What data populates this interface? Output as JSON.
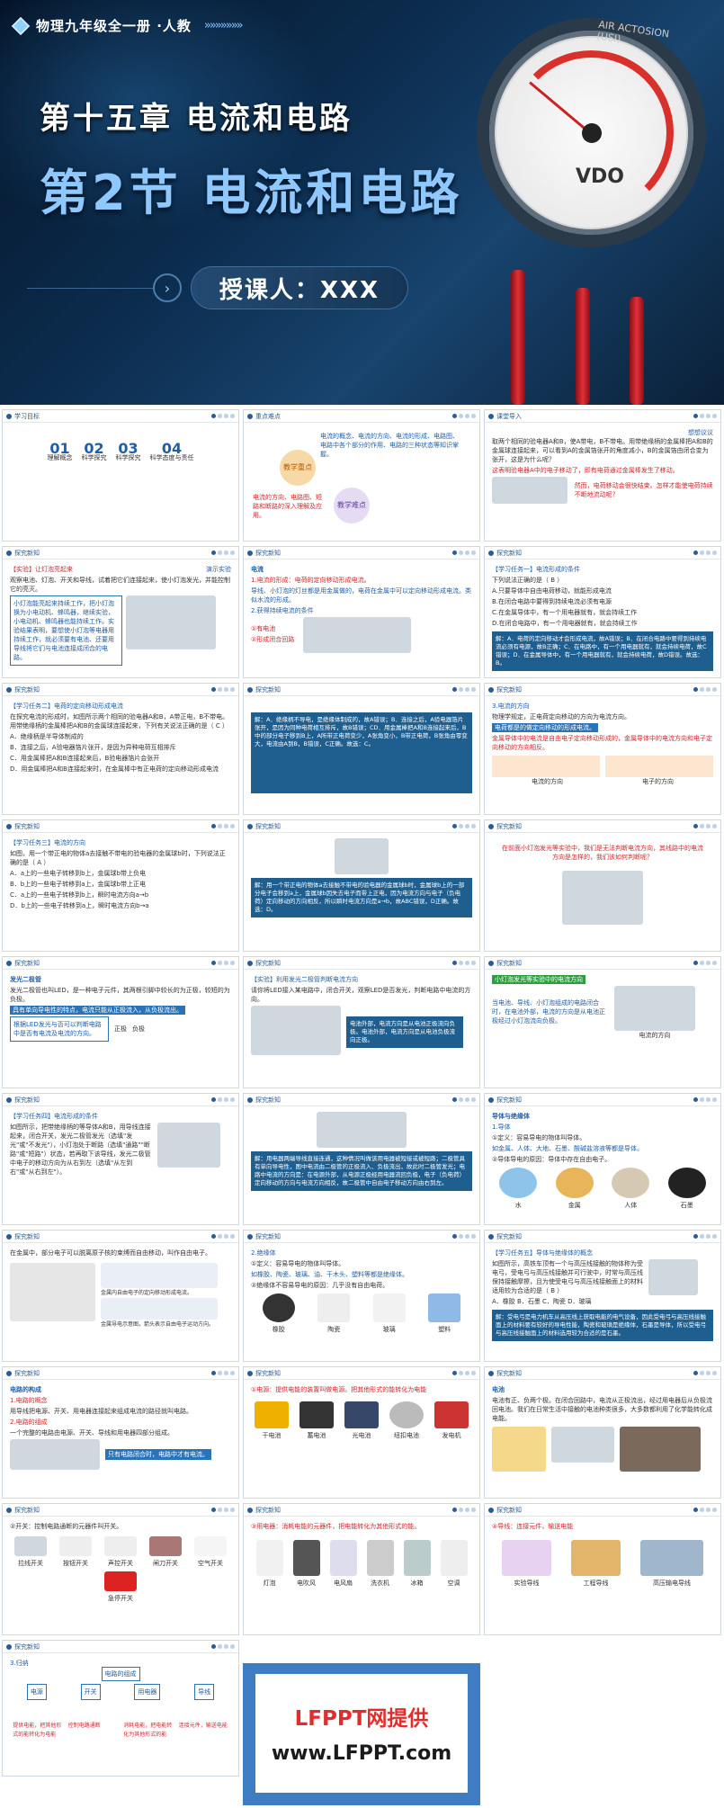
{
  "hero": {
    "subject": "物理九年级全一册 ·人教",
    "arrows": "»»»»»»»",
    "chapter": "第十五章  电流和电路",
    "section": "第2节  电流和电路",
    "teacher": "授课人：XXX",
    "gauge_label": "VDO",
    "gauge_brand": "AIR ACTOSION (USI)"
  },
  "slides": [
    {
      "title": "学习目标"
    },
    {
      "title": "重点难点"
    },
    {
      "title": "课堂导入"
    },
    {
      "title": "探究新知"
    },
    {
      "title": "探究新知"
    },
    {
      "title": "探究新知"
    },
    {
      "title": "探究新知"
    },
    {
      "title": "探究新知"
    },
    {
      "title": "探究新知"
    },
    {
      "title": "探究新知"
    },
    {
      "title": "探究新知"
    },
    {
      "title": "探究新知"
    },
    {
      "title": "探究新知"
    },
    {
      "title": "探究新知"
    },
    {
      "title": "探究新知"
    },
    {
      "title": "探究新知"
    },
    {
      "title": "探究新知"
    },
    {
      "title": "探究新知"
    },
    {
      "title": "探究新知"
    },
    {
      "title": "探究新知"
    },
    {
      "title": "探究新知"
    },
    {
      "title": "探究新知"
    },
    {
      "title": "探究新知"
    },
    {
      "title": "探究新知"
    },
    {
      "title": "探究新知"
    },
    {
      "title": "探究新知"
    },
    {
      "title": "探究新知"
    },
    {
      "title": "探究新知"
    }
  ],
  "s1": {
    "n1": "01",
    "l1": "理解概念",
    "n2": "02",
    "l2": "科学探究",
    "n3": "03",
    "l3": "科学探究",
    "n4": "04",
    "l4": "科学态度与责任"
  },
  "s2": {
    "a": "电流的概念、电流的方向、电流的形成、电路图、电路中各个部分的作用、电路的三种状态等知识掌握。",
    "b": "教学重点",
    "c": "电流的方向、电路图、短路和断路的深入理解及应用。",
    "d": "教学难点"
  },
  "s3": {
    "a": "取两个相同的验电器A和B，使A带电，B不带电。用带绝缘柄的金属棒把A和B的金属球连接起来，可以看到A的金属箔张开的角度减小，B的金属箔由闭合变为张开，这是为什么呢？",
    "b": "这表明验电器A中的电子移动了，即有电荷通过金属棒发生了移动。",
    "c": "然而，电荷移动会很快结束。怎样才能使电荷持续不断地流动呢？",
    "tag": "想想议议"
  },
  "s4": {
    "a": "【实验】让灯泡亮起来",
    "b": "观察电池、灯泡、开关和导线，试着把它们连接起来，使小灯泡发光，并能控制它的亮灭。",
    "c": "小灯泡能亮起来持续工作，把小灯泡换为小电动机、蜂鸣器，继续实验，小电动机、蜂鸣器也能持续工作。实验结果表明，要想使小灯泡等电器用持续工作，就必须要有电池、还要用导线将它们与电池连接成闭合的电路。",
    "tag": "演示实验"
  },
  "s5": {
    "h": "电流",
    "a": "1.电流的形成：电荷的定向移动形成电流。",
    "b": "导线、小灯泡的灯丝都是用金属做的，电荷在金属中可以定向移动形成电流。类似水流的形成。",
    "c": "2.获得持续电流的条件",
    "d": "①有电池",
    "e": "②形成闭合回路"
  },
  "s6": {
    "a": "【学习任务一】电流形成的条件",
    "b": "下列说法正确的是（ B ）",
    "c": "A.只要导体中自由电荷移动，就能形成电流",
    "d": "B.在闭合电路中要得到持续电流必须有电源",
    "e": "C.在金属导体中，有一个用电器就有，就会持续工作",
    "f": "D.在闭合电路中，有一个用电器就有，就会持续工作",
    "g": "解：A．电荷的定向移动才会形成电流，故A错误；B．在闭合电路中要得到持续电流必须有电源，故B正确；C．在电路中，有一个用电器就有，就会持续电荷，故C错误；D．在金属导体中，有一个用电器就有，就会持续电荷，故D错误。故选：B。"
  },
  "s7": {
    "a": "【学习任务二】电荷的定向移动形成电流",
    "b": "在探究电流的形成时，如图所示两个相同的验电器A和B，A带正电，B不带电。用带绝缘柄的金属棒把A和B的金属球连接起来，下列有关说法正确的是（ C ）",
    "c": "A．绝缘柄是半导体制成的",
    "d": "B．连接之后，A验电器箔片张开，是因为异种电荷互相排斥",
    "e": "C．用金属棒把A和B连接起来后，B验电器箔片会张开",
    "f": "D．用金属棒把A和B连接起来时，在金属棒中有正电荷的定向移动形成电流"
  },
  "s8": {
    "a": "解：A．绝缘柄不导电，是绝缘体制成的，故A错误；B．连接之后，A验电器箔片张开，是因为同种电荷相互排斥，故B错误；CD．用金属棒把A和B连接起来后，B中的部分电子移到B上，A所带正电荷变少，A张角变小，B带正电荷，B张角由零变大，电流由A到B，B错误，C正确。故选：C。"
  },
  "s9": {
    "a": "3.电流的方向",
    "b": "物理学规定，正电荷定向移动的方向为电流方向。",
    "c": "电荷都是的做定向移动的形成电流。",
    "d": "金属导体中的电流是自由电子定向移动形成的，金属导体中的电流方向和电子定向移动的方向相反。",
    "e": "电流的方向",
    "f": "电子的方向"
  },
  "s10": {
    "a": "【学习任务三】电流的方向",
    "b": "如图，用一个带正电的物体a去接触不带电的验电器的金属球b时，下列说法正确的是（ A ）",
    "c": "A．a上的一些电子转移到b上，金属球b带上负电",
    "d": "B．b上的一些电子转移到a上，金属球b带上正电",
    "e": "C．a上的一些电子转移到b上，瞬时电流方向a→b",
    "f": "D．b上的一些电子转移到a上，瞬时电流方向b→a"
  },
  "s11": {
    "a": "解：用一个带正电的物体a去接触不带电的验电器的金属球b时，金属球b上的一部分电子会移到a上，金属球b因失去电子而带上正电，因为电流方向与电子（负电荷）定向移动的方向相反，所以瞬时电流方向是a→b，故ABC错误，D正确。故选：D。"
  },
  "s12": {
    "a": "在前面小灯泡发光等实验中，我们是无法判断电流方向，其线路中的电流方向是怎样的，我们该如何判断呢？"
  },
  "s13": {
    "h": "发光二极管",
    "a": "发光二极管也叫LED，是一种电子元件，其两根引脚中较长的为正极，较短的为负极。",
    "b": "具有单向导电性的特点，电流只能从正极流入，从负极流出。",
    "c": "根据LED发光与否可以判断电路中是否有电流及电流的方向。",
    "p1": "正极",
    "p2": "负极"
  },
  "s14": {
    "a": "【实验】利用发光二极管判断电流方向",
    "b": "请你将LED接入某电路中，闭合开关，观察LED是否发光，判断电路中电流的方向。",
    "c": "电池外部，电流方向是从电池正极流向负极。电池外部，电流方向是从电池负极流向正极。"
  },
  "s15": {
    "a": "小灯泡发光等实验中的电流方向",
    "b": "当电池、导线、小灯泡组成的电路闭合时，在电池外部，电流的方向是从电池正极经过小灯泡流向负极。",
    "c": "电流的方向"
  },
  "s16": {
    "a": "【学习任务四】电流形成的条件",
    "b": "如图所示，把带绝缘柄的等导体A和B，用导线连接起来，闭合开关，发光二极管发光（选填\"发光\"或\"不发光\"），小灯泡处于断路（选填\"通路\"\"断路\"或\"短路\"）状态，若再取下该导线，发光二极管中电子的移动方向为从右到左（选填\"从左到右\"或\"从右到左\"）。"
  },
  "s17": {
    "a": "解：用电器两端导线直接连通，这种情况叫做该用电器被短接或被短路；二极管具有单向导电性，图中电流由二极管的正极流入、负极流出，故此时二极管发光；电路中电流的方向是：在电源外部，从电源正极经用电器流回负极，电子（负电荷）定向移动的方向与电流方向相反，故二极管中自由电子移动方向由右到左。"
  },
  "s18": {
    "h": "导体与绝缘体",
    "a": "1.导体",
    "b": "①定义：容易导电的物体叫导体。",
    "c": "如金属、人体、大地、石墨、酸碱盐溶液等都是导体。",
    "d": "②导体导电的原因：导体中存在自由电子。",
    "i1": "水",
    "i2": "金属",
    "i3": "人体",
    "i4": "石墨"
  },
  "s19": {
    "a": "在金属中，部分电子可以脱离原子核的束缚而自由移动，叫作自由电子。",
    "b": "金属内自由电子的定向移动形成电流。",
    "c": "金属导电示意图，箭头表示自由电子运动方向。"
  },
  "s20": {
    "h": "2.绝缘体",
    "a": "①定义：容易导电的物体叫导体。",
    "b": "如橡胶、陶瓷、玻璃、油、干木头、塑料等都是绝缘体。",
    "c": "②绝缘体不容易导电的原因：几乎没有自由电荷。",
    "i1": "橡胶",
    "i2": "陶瓷",
    "i3": "玻璃",
    "i4": "塑料"
  },
  "s21": {
    "a": "【学习任务五】导体与绝缘体的概念",
    "b": "如图所示，高铁车顶有一个与高压线接触的物体称为受电弓，受电弓与高压线接触并可行驶中，时常与高压线保持接触摩擦，且为使受电弓与高压线接触面上的材料适用较为合适的是（ B ）",
    "c": "A．橡胶   B．石墨   C．陶瓷   D．玻璃",
    "d": "解：受电弓是电力机车从高压线上获取电能的电气设备，因此受电弓与高压线接触面上的材料要有较好的导电性能，陶瓷和玻璃是绝缘体，石墨是导体，所以受电弓与高压线接触面上的材料选用较为合适的是石墨。"
  },
  "s22": {
    "h": "电路的构成",
    "a": "1.电路的概念",
    "b": "用导线把电源、开关、用电器连接起来组成电流的路径就叫电路。",
    "c": "2.电路的组成",
    "d": "一个完整的电路由电源、开关、导线和用电器四部分组成。",
    "e": "只有电路闭合时，电路中才有电流。"
  },
  "s23": {
    "a": "①电源：提供电能的装置叫做电源。把其他形式的能转化为电能",
    "i1": "干电池",
    "i2": "蓄电池",
    "i3": "光电池",
    "i4": "纽扣电池",
    "i5": "发电机"
  },
  "s24": {
    "h": "电池",
    "a": "电池有正、负两个极。在闭合回路中，电流从正极流出，经过用电器后从负极流回电池。我们在日常生活中接触的电池种类很多，大多数都利用了化学能转化成电能。"
  },
  "s25": {
    "a": "②开关：控制电路通断的元器件叫开关。",
    "i1": "拉线开关",
    "i2": "按钮开关",
    "i3": "声控开关",
    "i4": "闸刀开关",
    "i5": "空气开关",
    "i6": "急停开关"
  },
  "s26": {
    "a": "③用电器：消耗电能的元器件，把电能转化为其他形式的能。",
    "i1": "灯泡",
    "i2": "电吹风",
    "i3": "电风扇",
    "i4": "洗衣机",
    "i5": "冰箱",
    "i6": "空调"
  },
  "s27": {
    "a": "④导线：连接元件，输送电能",
    "i1": "实验导线",
    "i2": "工程导线",
    "i3": "高压输电导线"
  },
  "s28": {
    "a": "3.归纳",
    "root": "电路的组成",
    "n1": "电源",
    "n2": "开关",
    "n3": "用电器",
    "n4": "导线",
    "d1": "提供电能，把其他形式的能转化为电能",
    "d2": "控制电路通断",
    "d3": "消耗电能，把电能转化为其他形式的能",
    "d4": "连接元件，输送电能"
  },
  "final": {
    "l1": "LFPPT网提供",
    "l2": "www.LFPPT.com"
  },
  "colors": {
    "brand": "#1f5ea8",
    "accent": "#d3262b",
    "hero_bg": "#0c2d4f"
  }
}
